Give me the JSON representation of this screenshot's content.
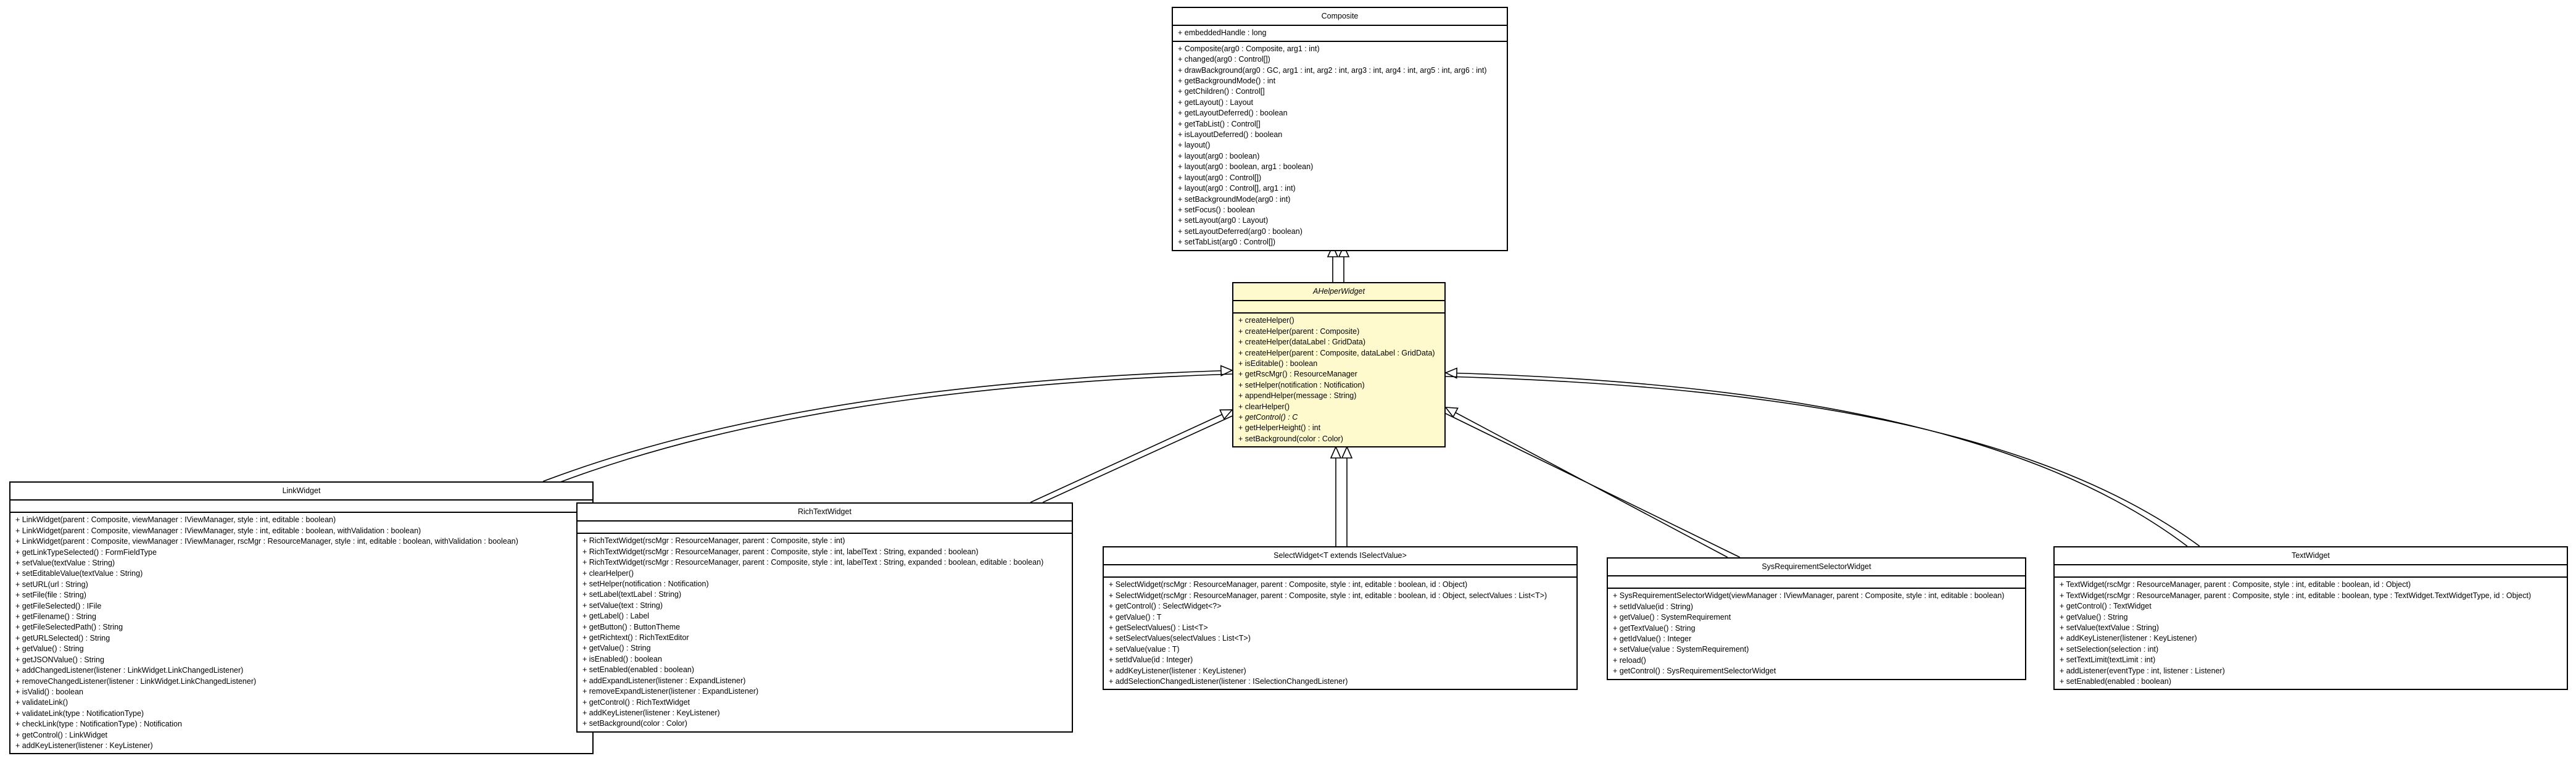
{
  "classes": {
    "composite": {
      "name": "Composite",
      "abstract": false,
      "attributes": [
        "+ embeddedHandle : long"
      ],
      "operations": [
        "+ Composite(arg0 : Composite, arg1 : int)",
        "+ changed(arg0 : Control[])",
        "+ drawBackground(arg0 : GC, arg1 : int, arg2 : int, arg3 : int, arg4 : int, arg5 : int, arg6 : int)",
        "+ getBackgroundMode() : int",
        "+ getChildren() : Control[]",
        "+ getLayout() : Layout",
        "+ getLayoutDeferred() : boolean",
        "+ getTabList() : Control[]",
        "+ isLayoutDeferred() : boolean",
        "+ layout()",
        "+ layout(arg0 : boolean)",
        "+ layout(arg0 : boolean, arg1 : boolean)",
        "+ layout(arg0 : Control[])",
        "+ layout(arg0 : Control[], arg1 : int)",
        "+ setBackgroundMode(arg0 : int)",
        "+ setFocus() : boolean",
        "+ setLayout(arg0 : Layout)",
        "+ setLayoutDeferred(arg0 : boolean)",
        "+ setTabList(arg0 : Control[])"
      ]
    },
    "ahelper": {
      "name": "AHelperWidget",
      "abstract": true,
      "attributes": [],
      "operations": [
        "+ createHelper()",
        "+ createHelper(parent : Composite)",
        "+ createHelper(dataLabel : GridData)",
        "+ createHelper(parent : Composite, dataLabel : GridData)",
        "+ isEditable() : boolean",
        "+ getRscMgr() : ResourceManager",
        "+ setHelper(notification : Notification)",
        "+ appendHelper(message : String)",
        "+ clearHelper()",
        "+ getControl() : C",
        "+ getHelperHeight() : int",
        "+ setBackground(color : Color)"
      ],
      "abstract_operations": [
        9
      ]
    },
    "link": {
      "name": "LinkWidget",
      "abstract": false,
      "attributes": [],
      "operations": [
        "+ LinkWidget(parent : Composite, viewManager : IViewManager, style : int, editable : boolean)",
        "+ LinkWidget(parent : Composite, viewManager : IViewManager, style : int, editable : boolean, withValidation : boolean)",
        "+ LinkWidget(parent : Composite, viewManager : IViewManager, rscMgr : ResourceManager, style : int, editable : boolean, withValidation : boolean)",
        "+ getLinkTypeSelected() : FormFieldType",
        "+ setValue(textValue : String)",
        "+ setEditableValue(textValue : String)",
        "+ setURL(url : String)",
        "+ setFile(file : String)",
        "+ getFileSelected() : IFile",
        "+ getFilename() : String",
        "+ getFileSelectedPath() : String",
        "+ getURLSelected() : String",
        "+ getValue() : String",
        "+ getJSONValue() : String",
        "+ addChangedListener(listener : LinkWidget.LinkChangedListener)",
        "+ removeChangedListener(listener : LinkWidget.LinkChangedListener)",
        "+ isValid() : boolean",
        "+ validateLink()",
        "+ validateLink(type : NotificationType)",
        "+ checkLink(type : NotificationType) : Notification",
        "+ getControl() : LinkWidget",
        "+ addKeyListener(listener : KeyListener)"
      ]
    },
    "richtext": {
      "name": "RichTextWidget",
      "abstract": false,
      "attributes": [],
      "operations": [
        "+ RichTextWidget(rscMgr : ResourceManager, parent : Composite, style : int)",
        "+ RichTextWidget(rscMgr : ResourceManager, parent : Composite, style : int, labelText : String, expanded : boolean)",
        "+ RichTextWidget(rscMgr : ResourceManager, parent : Composite, style : int, labelText : String, expanded : boolean, editable : boolean)",
        "+ clearHelper()",
        "+ setHelper(notification : Notification)",
        "+ setLabel(textLabel : String)",
        "+ setValue(text : String)",
        "+ getLabel() : Label",
        "+ getButton() : ButtonTheme",
        "+ getRichtext() : RichTextEditor",
        "+ getValue() : String",
        "+ isEnabled() : boolean",
        "+ setEnabled(enabled : boolean)",
        "+ addExpandListener(listener : ExpandListener)",
        "+ removeExpandListener(listener : ExpandListener)",
        "+ getControl() : RichTextWidget",
        "+ addKeyListener(listener : KeyListener)",
        "+ setBackground(color : Color)"
      ]
    },
    "select": {
      "name": "SelectWidget<T extends ISelectValue>",
      "abstract": false,
      "attributes": [],
      "operations": [
        "+ SelectWidget(rscMgr : ResourceManager, parent : Composite, style : int, editable : boolean, id : Object)",
        "+ SelectWidget(rscMgr : ResourceManager, parent : Composite, style : int, editable : boolean, id : Object, selectValues : List<T>)",
        "+ getControl() : SelectWidget<?>",
        "+ getValue() : T",
        "+ getSelectValues() : List<T>",
        "+ setSelectValues(selectValues : List<T>)",
        "+ setValue(value : T)",
        "+ setIdValue(id : Integer)",
        "+ addKeyListener(listener : KeyListener)",
        "+ addSelectionChangedListener(listener : ISelectionChangedListener)"
      ]
    },
    "sysreq": {
      "name": "SysRequirementSelectorWidget",
      "abstract": false,
      "attributes": [],
      "operations": [
        "+ SysRequirementSelectorWidget(viewManager : IViewManager, parent : Composite, style : int, editable : boolean)",
        "+ setIdValue(id : String)",
        "+ getValue() : SystemRequirement",
        "+ getTextValue() : String",
        "+ getIdValue() : Integer",
        "+ setValue(value : SystemRequirement)",
        "+ reload()",
        "+ getControl() : SysRequirementSelectorWidget"
      ]
    },
    "text": {
      "name": "TextWidget",
      "abstract": false,
      "attributes": [],
      "operations": [
        "+ TextWidget(rscMgr : ResourceManager, parent : Composite, style : int, editable : boolean, id : Object)",
        "+ TextWidget(rscMgr : ResourceManager, parent : Composite, style : int, editable : boolean, type : TextWidget.TextWidgetType, id : Object)",
        "+ getControl() : TextWidget",
        "+ getValue() : String",
        "+ setValue(textValue : String)",
        "+ addKeyListener(listener : KeyListener)",
        "+ setSelection(selection : int)",
        "+ setTextLimit(textLimit : int)",
        "+ addListener(eventType : int, listener : Listener)",
        "+ setEnabled(enabled : boolean)"
      ]
    }
  },
  "relations": [
    {
      "type": "generalization",
      "from": "ahelper",
      "to": "composite"
    },
    {
      "type": "generalization",
      "from": "link",
      "to": "ahelper"
    },
    {
      "type": "generalization",
      "from": "richtext",
      "to": "ahelper"
    },
    {
      "type": "generalization",
      "from": "select",
      "to": "ahelper"
    },
    {
      "type": "generalization",
      "from": "sysreq",
      "to": "ahelper"
    },
    {
      "type": "generalization",
      "from": "text",
      "to": "ahelper"
    }
  ]
}
